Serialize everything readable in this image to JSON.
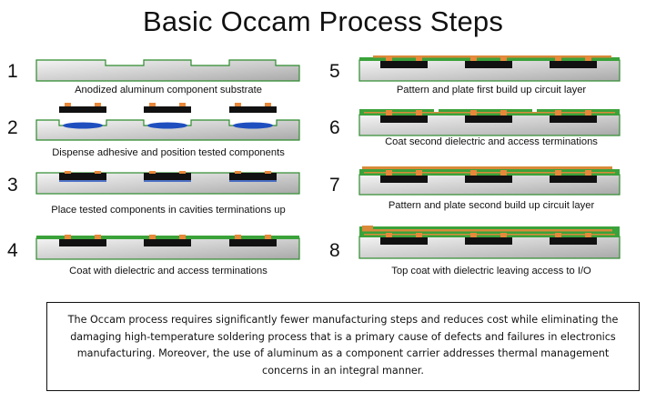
{
  "title": "Basic Occam Process Steps",
  "steps": [
    {
      "number": "1",
      "caption": "Anodized aluminum component substrate"
    },
    {
      "number": "2",
      "caption": "Dispense adhesive and position tested  components"
    },
    {
      "number": "3",
      "caption": "Place tested components in cavities terminations up"
    },
    {
      "number": "4",
      "caption": "Coat with dielectric and access terminations"
    },
    {
      "number": "5",
      "caption": "Pattern  and plate first build up circuit layer"
    },
    {
      "number": "6",
      "caption": "Coat second dielectric and access terminations"
    },
    {
      "number": "7",
      "caption": "Pattern and plate second build up circuit layer"
    },
    {
      "number": "8",
      "caption": "Top coat with dielectric leaving access to I/O"
    }
  ],
  "summary": "The Occam process requires significantly fewer manufacturing steps and reduces cost while eliminating the damaging high-temperature soldering process that is a primary cause of defects and failures in electronics manufacturing. Moreover, the use of aluminum as a component carrier addresses thermal management concerns in an integral manner.",
  "colors": {
    "substrate": "#cfcfcf",
    "substrate_edge": "#2e8b2e",
    "component": "#111111",
    "termination": "#e8883a",
    "adhesive": "#1f4fbf",
    "dielectric": "#3aa23a",
    "copper": "#d98a3a"
  }
}
